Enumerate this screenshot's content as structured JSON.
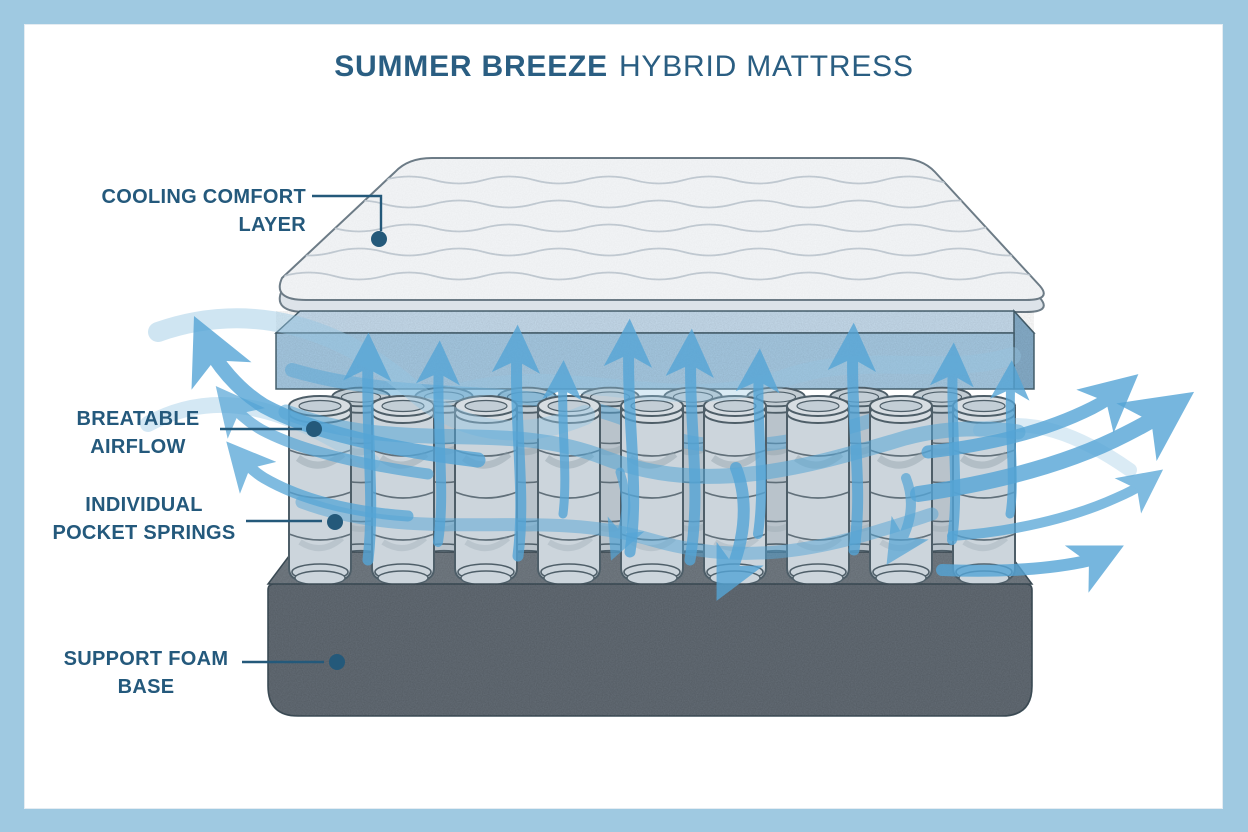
{
  "title": {
    "primary": "SUMMER BREEZE",
    "secondary": "HYBRID MATTRESS",
    "full": "SUMMER BREEZE HYBRID MATTRESS"
  },
  "callouts": {
    "cooling": {
      "line1": "COOLING COMFORT LAYER"
    },
    "airflow": {
      "line1": "BREATABLE",
      "line2": "AIRFLOW"
    },
    "springs": {
      "line1": "INDIVIDUAL",
      "line2": "POCKET SPRINGS"
    },
    "base": {
      "line1": "SUPPORT FOAM",
      "line2": "BASE"
    }
  },
  "colors": {
    "page-border": "#9fc9e1",
    "panel": "#ffffff",
    "title": "#2a5e82",
    "accent": "#24597c",
    "connector": "#24597a",
    "arrow": "#55a5d6",
    "arrow-light": "#94c5e3",
    "pillow": "#f4f6f8",
    "pillow-rim": "#dde3e9",
    "quilt-line": "#c4cdd5",
    "cooling-front": "#a6c9e2",
    "cooling-top": "#c6dbec",
    "cooling-side": "#86adc9",
    "spring": "#ccd5dc",
    "spring-cap": "#d7dde2",
    "spring-edge": "#4e5e68",
    "base": "#656e77",
    "base-top": "#747d85",
    "outline": "#3e4e58"
  }
}
